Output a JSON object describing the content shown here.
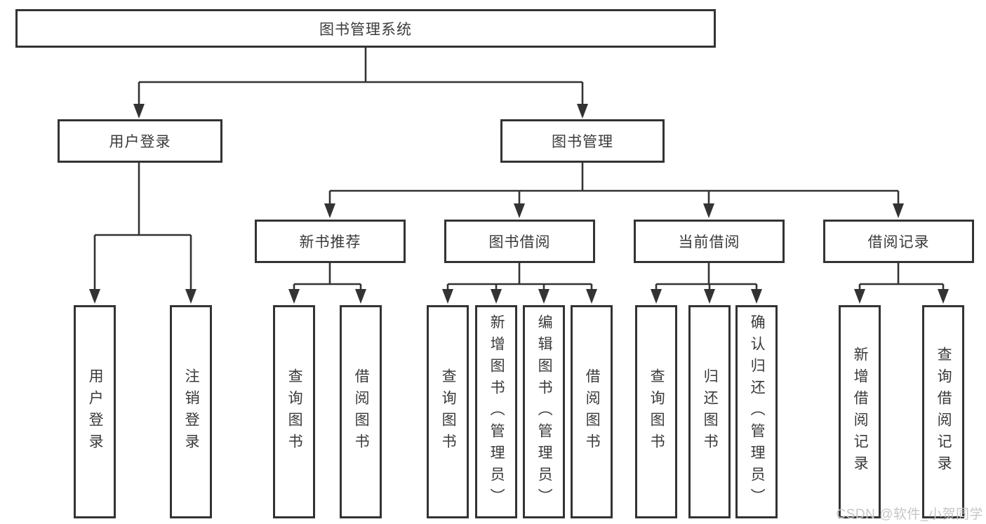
{
  "colors": {
    "line": "#333333",
    "box_border": "#333333",
    "text": "#3a3a3a",
    "watermark": "#c6c6c6",
    "background": "#ffffff"
  },
  "tree": {
    "root": {
      "label": "图书管理系统"
    },
    "branches": [
      {
        "label": "用户登录",
        "leaves": [
          {
            "label": "用户登录"
          },
          {
            "label": "注销登录"
          }
        ]
      },
      {
        "label": "图书管理",
        "groups": [
          {
            "label": "新书推荐",
            "leaves": [
              {
                "label": "查询图书"
              },
              {
                "label": "借阅图书"
              }
            ]
          },
          {
            "label": "图书借阅",
            "leaves": [
              {
                "label": "查询图书"
              },
              {
                "label": "新增图书（管理员）"
              },
              {
                "label": "编辑图书（管理员）"
              },
              {
                "label": "借阅图书"
              }
            ]
          },
          {
            "label": "当前借阅",
            "leaves": [
              {
                "label": "查询图书"
              },
              {
                "label": "归还图书"
              },
              {
                "label": "确认归还（管理员）"
              }
            ]
          },
          {
            "label": "借阅记录",
            "leaves": [
              {
                "label": "新增借阅记录"
              },
              {
                "label": "查询借阅记录"
              }
            ]
          }
        ]
      }
    ]
  },
  "watermark": {
    "text": "CSDN @软件_小贺同学"
  }
}
